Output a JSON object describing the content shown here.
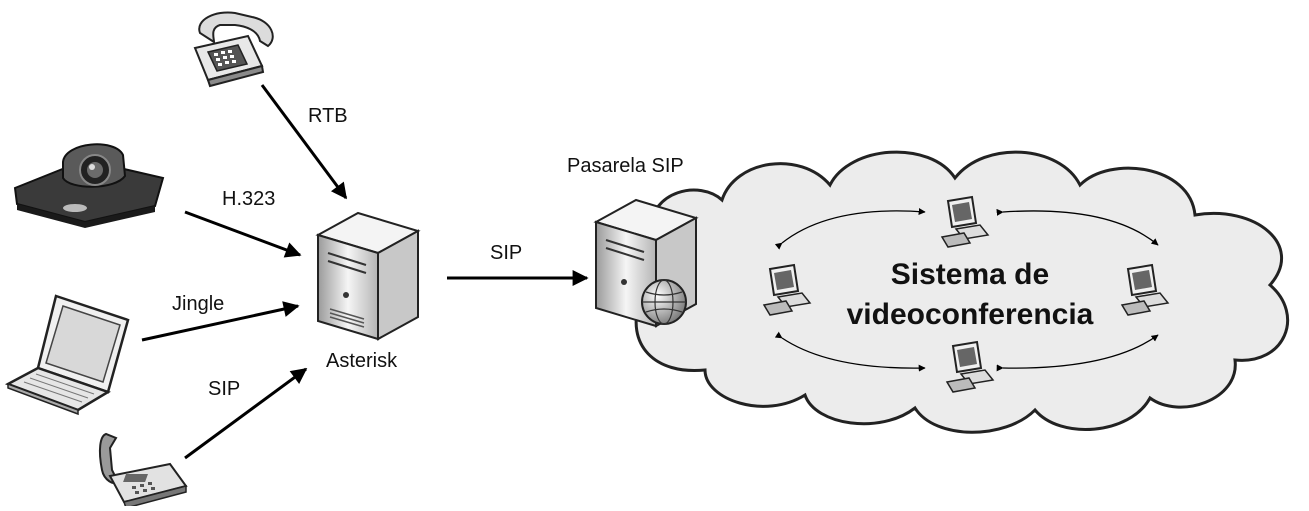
{
  "labels": {
    "rtb": "RTB",
    "h323": "H.323",
    "jingle": "Jingle",
    "sip_phone": "SIP",
    "asterisk": "Asterisk",
    "sip_trunk": "SIP",
    "gateway": "Pasarela SIP",
    "cloud_line1": "Sistema de",
    "cloud_line2": "videoconferencia"
  },
  "colors": {
    "arrow": "#000000",
    "cloud_fill": "#ececec",
    "device_light": "#f2f2f2",
    "device_mid": "#bdbdbd",
    "device_dark": "#444444"
  },
  "icons": {
    "pstn_phone": "desk-telephone-icon",
    "h323_terminal": "video-conference-endpoint-icon",
    "jingle_client": "laptop-icon",
    "sip_phone": "ip-phone-icon",
    "asterisk_server": "server-tower-icon",
    "gateway": "server-globe-icon",
    "workstation": "desktop-computer-icon"
  }
}
